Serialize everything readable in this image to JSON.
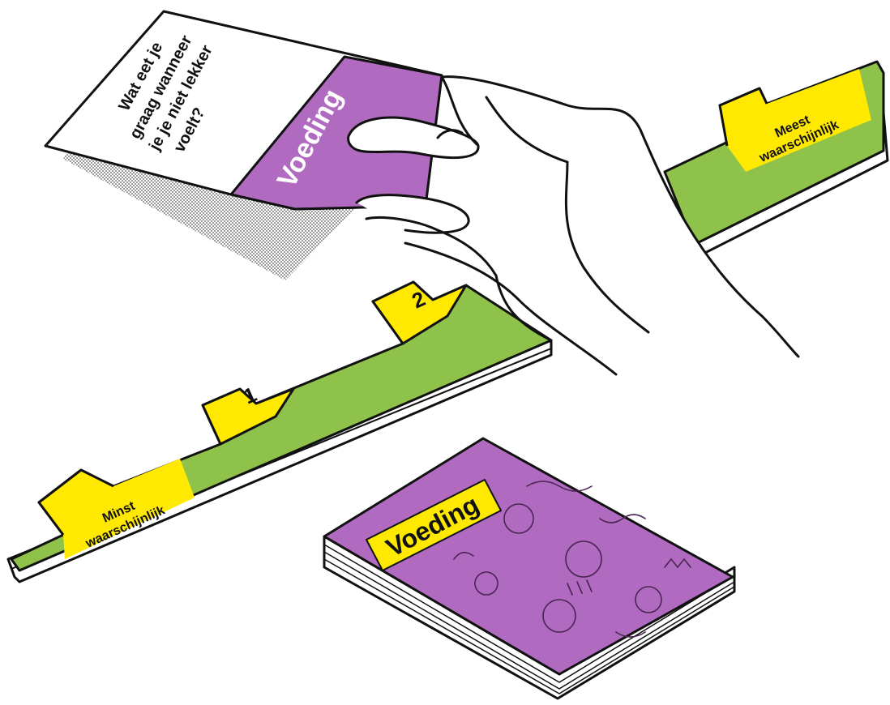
{
  "colors": {
    "green": "#8fc24a",
    "yellow": "#ffe900",
    "purple": "#b06ac0",
    "outline": "#111111",
    "white": "#ffffff"
  },
  "question_card": {
    "category": "Voeding",
    "question_lines": [
      "Wat eet je",
      "graag wanneer",
      "je je niet lekker",
      "voelt?"
    ]
  },
  "board": {
    "left_label_lines": [
      "Minst",
      "waarschijnlijk"
    ],
    "tab_1": "1",
    "tab_2": "2",
    "right_label_lines": [
      "Meest",
      "waarschijnlijk"
    ]
  },
  "deck": {
    "label": "Voeding"
  },
  "icons": [
    "hand-icon"
  ]
}
